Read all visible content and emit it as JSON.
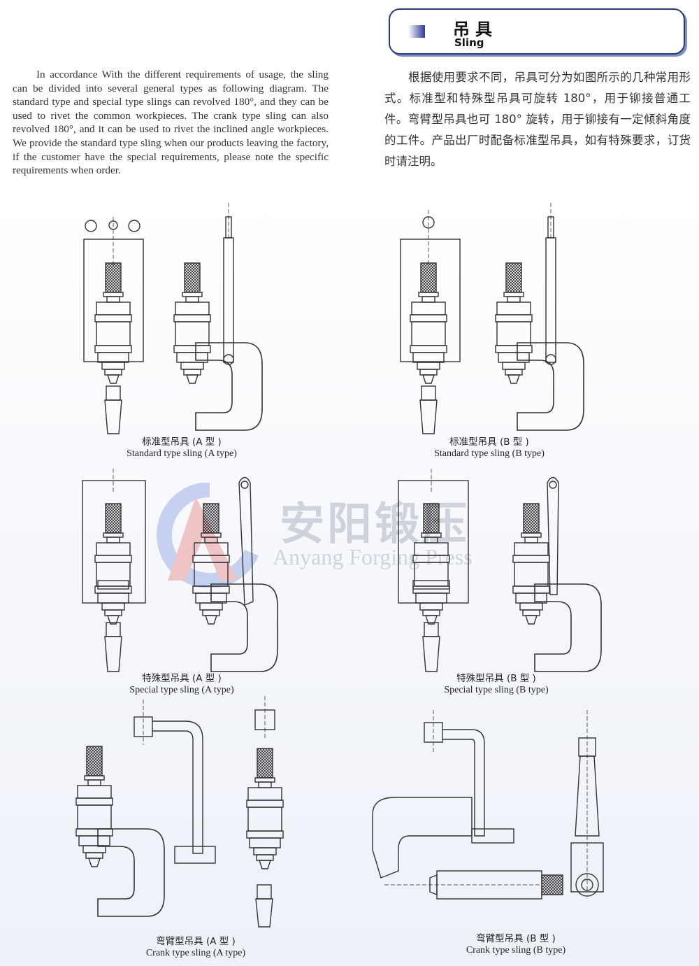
{
  "header": {
    "title_cn": "吊具",
    "title_en": "Sling"
  },
  "intro": {
    "en": "In accordance With the different requirements of usage, the sling can be divided into several general types as following diagram. The standard type and special type slings can revolved 180°, and they can be used to rivet the common workpieces. The crank type sling can also revolved 180°, and it can be used to rivet the inclined angle workpieces. We provide the standard type sling when our products leaving the factory, if the customer have the special requirements, please note the specific requirements when order.",
    "cn": "根据使用要求不同，吊具可分为如图所示的几种常用形式。标准型和特殊型吊具可旋转 180°，用于铆接普通工件。弯臂型吊具也可 180° 旋转，用于铆接有一定倾斜角度的工件。产品出厂时配备标准型吊具，如有特殊要求，订货时请注明。"
  },
  "watermark": {
    "cn": "安阳锻压",
    "en": "Anyang Forging Press"
  },
  "figures": [
    {
      "cn": "标准型吊具 (A 型 )",
      "en": "Standard type sling (A type)"
    },
    {
      "cn": "标准型吊具 (B 型 )",
      "en": "Standard type sling (B type)"
    },
    {
      "cn": "特殊型吊具 (A 型 )",
      "en": "Special type sling (A type)"
    },
    {
      "cn": "特殊型吊具 (B 型 )",
      "en": "Special type sling (B type)"
    },
    {
      "cn": "弯臂型吊具 (A 型 )",
      "en": "Crank type sling (A type)"
    },
    {
      "cn": "弯臂型吊具 (B 型 )",
      "en": "Crank type sling (B type)"
    }
  ],
  "colors": {
    "accent": "#2b3a7a",
    "line": "#333333",
    "watermark_red": "#e04040",
    "watermark_blue": "#4a6ad0"
  }
}
